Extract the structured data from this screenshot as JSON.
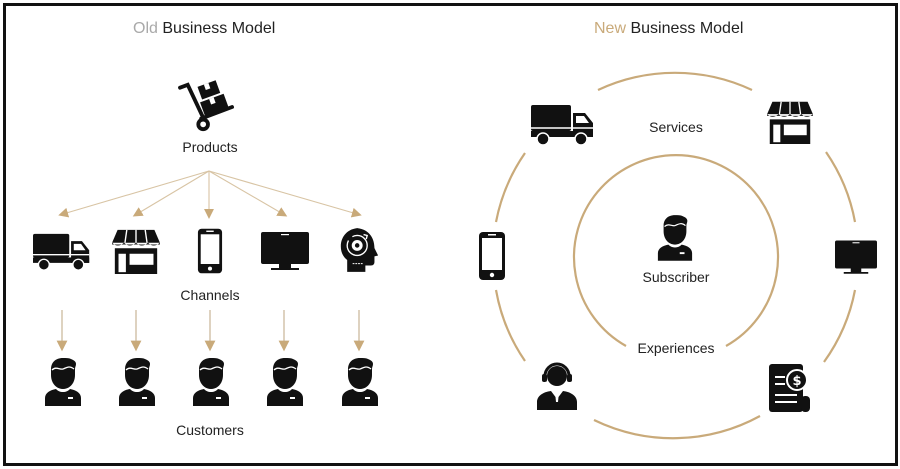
{
  "colors": {
    "accent": "#c9aa7a",
    "old_accent": "#a9a9a9",
    "icon": "#111111",
    "text": "#222222",
    "border": "#111111"
  },
  "old_model": {
    "title_prefix": "Old",
    "title_rest": " Business Model",
    "products_label": "Products",
    "products_icon": "hand-truck-boxes-icon",
    "channels_label": "Channels",
    "channels": [
      {
        "icon": "delivery-truck-icon"
      },
      {
        "icon": "storefront-icon"
      },
      {
        "icon": "smartphone-icon"
      },
      {
        "icon": "monitor-icon"
      },
      {
        "icon": "head-gear-icon"
      }
    ],
    "customers_label": "Customers",
    "customers": [
      {
        "icon": "person-icon"
      },
      {
        "icon": "person-icon"
      },
      {
        "icon": "person-icon"
      },
      {
        "icon": "person-icon"
      },
      {
        "icon": "person-icon"
      }
    ]
  },
  "new_model": {
    "title_prefix": "New",
    "title_rest": " Business Model",
    "center_label": "Subscriber",
    "center_icon": "person-icon",
    "outer_ring_label": "Services",
    "inner_ring_label": "Experiences",
    "ring_icons": [
      {
        "icon": "delivery-truck-icon"
      },
      {
        "icon": "storefront-icon"
      },
      {
        "icon": "monitor-icon"
      },
      {
        "icon": "invoice-dollar-icon"
      },
      {
        "icon": "support-agent-headset-icon"
      },
      {
        "icon": "smartphone-icon"
      }
    ]
  }
}
